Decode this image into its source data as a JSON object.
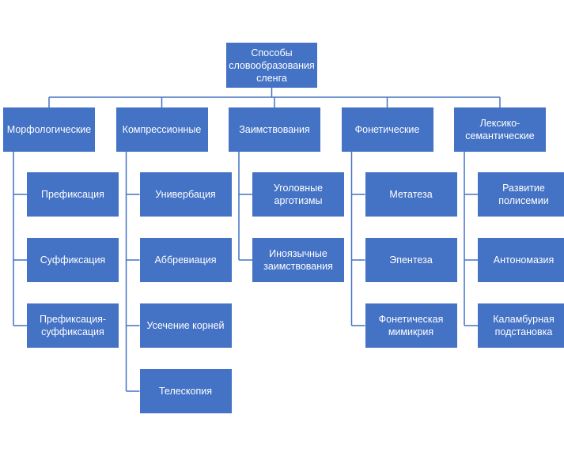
{
  "diagram": {
    "type": "hierarchy",
    "colors": {
      "box_fill": "#4472c4",
      "box_text": "#ffffff",
      "connector": "#4472c4"
    },
    "root": {
      "label": "Способы\nсловообразования\nсленга"
    },
    "branches": [
      {
        "label": "Морфологические",
        "children": [
          "Префиксация",
          "Суффиксация",
          "Префиксация-\nсуффиксация"
        ]
      },
      {
        "label": "Компрессионные",
        "children": [
          "Универбация",
          "Аббревиация",
          "Усечение корней",
          "Телескопия"
        ]
      },
      {
        "label": "Заимствования",
        "children": [
          "Уголовные\nарготизмы",
          "Иноязычные\nзаимствования"
        ]
      },
      {
        "label": "Фонетические",
        "children": [
          "Метатеза",
          "Эпентеза",
          "Фонетическая\nмимикрия"
        ]
      },
      {
        "label": "Лексико-\nсемантические",
        "children": [
          "Развитие\nполисемии",
          "Антономазия",
          "Каламбурная\nподстановка"
        ]
      }
    ]
  }
}
